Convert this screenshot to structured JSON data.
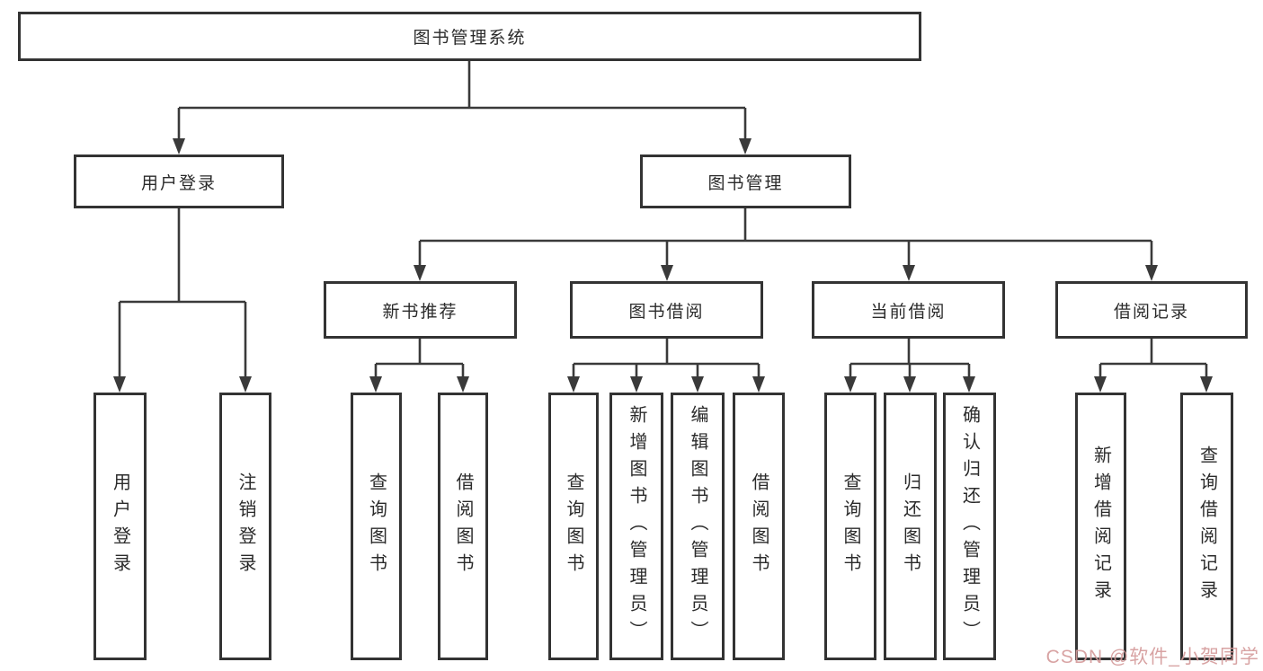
{
  "diagram": {
    "title": "图书管理系统",
    "type": "hierarchy-tree"
  },
  "colors": {
    "line": "#3a3a3a",
    "box_border": "#333333",
    "box_fill": "#ffffff",
    "watermark": "#d49a9a"
  },
  "watermark": {
    "text": "CSDN @软件_小贺同学"
  },
  "nodes": {
    "root": "图书管理系统",
    "user_login": "用户登录",
    "book_mgmt": "图书管理",
    "new_book_rec": "新书推荐",
    "book_borrow": "图书借阅",
    "current_borrow": "当前借阅",
    "borrow_records": "借阅记录",
    "ul_user_login": "用户登录",
    "ul_logout": "注销登录",
    "nb_query_book": "查询图书",
    "nb_borrow_book": "借阅图书",
    "bb_query_book": "查询图书",
    "bb_add_book": "新增图书（管理员）",
    "bb_edit_book": "编辑图书（管理员）",
    "bb_borrow_book": "借阅图书",
    "cb_query_book": "查询图书",
    "cb_return_book": "归还图书",
    "cb_confirm_return": "确认归还（管理员）",
    "br_add_record": "新增借阅记录",
    "br_query_record": "查询借阅记录"
  }
}
